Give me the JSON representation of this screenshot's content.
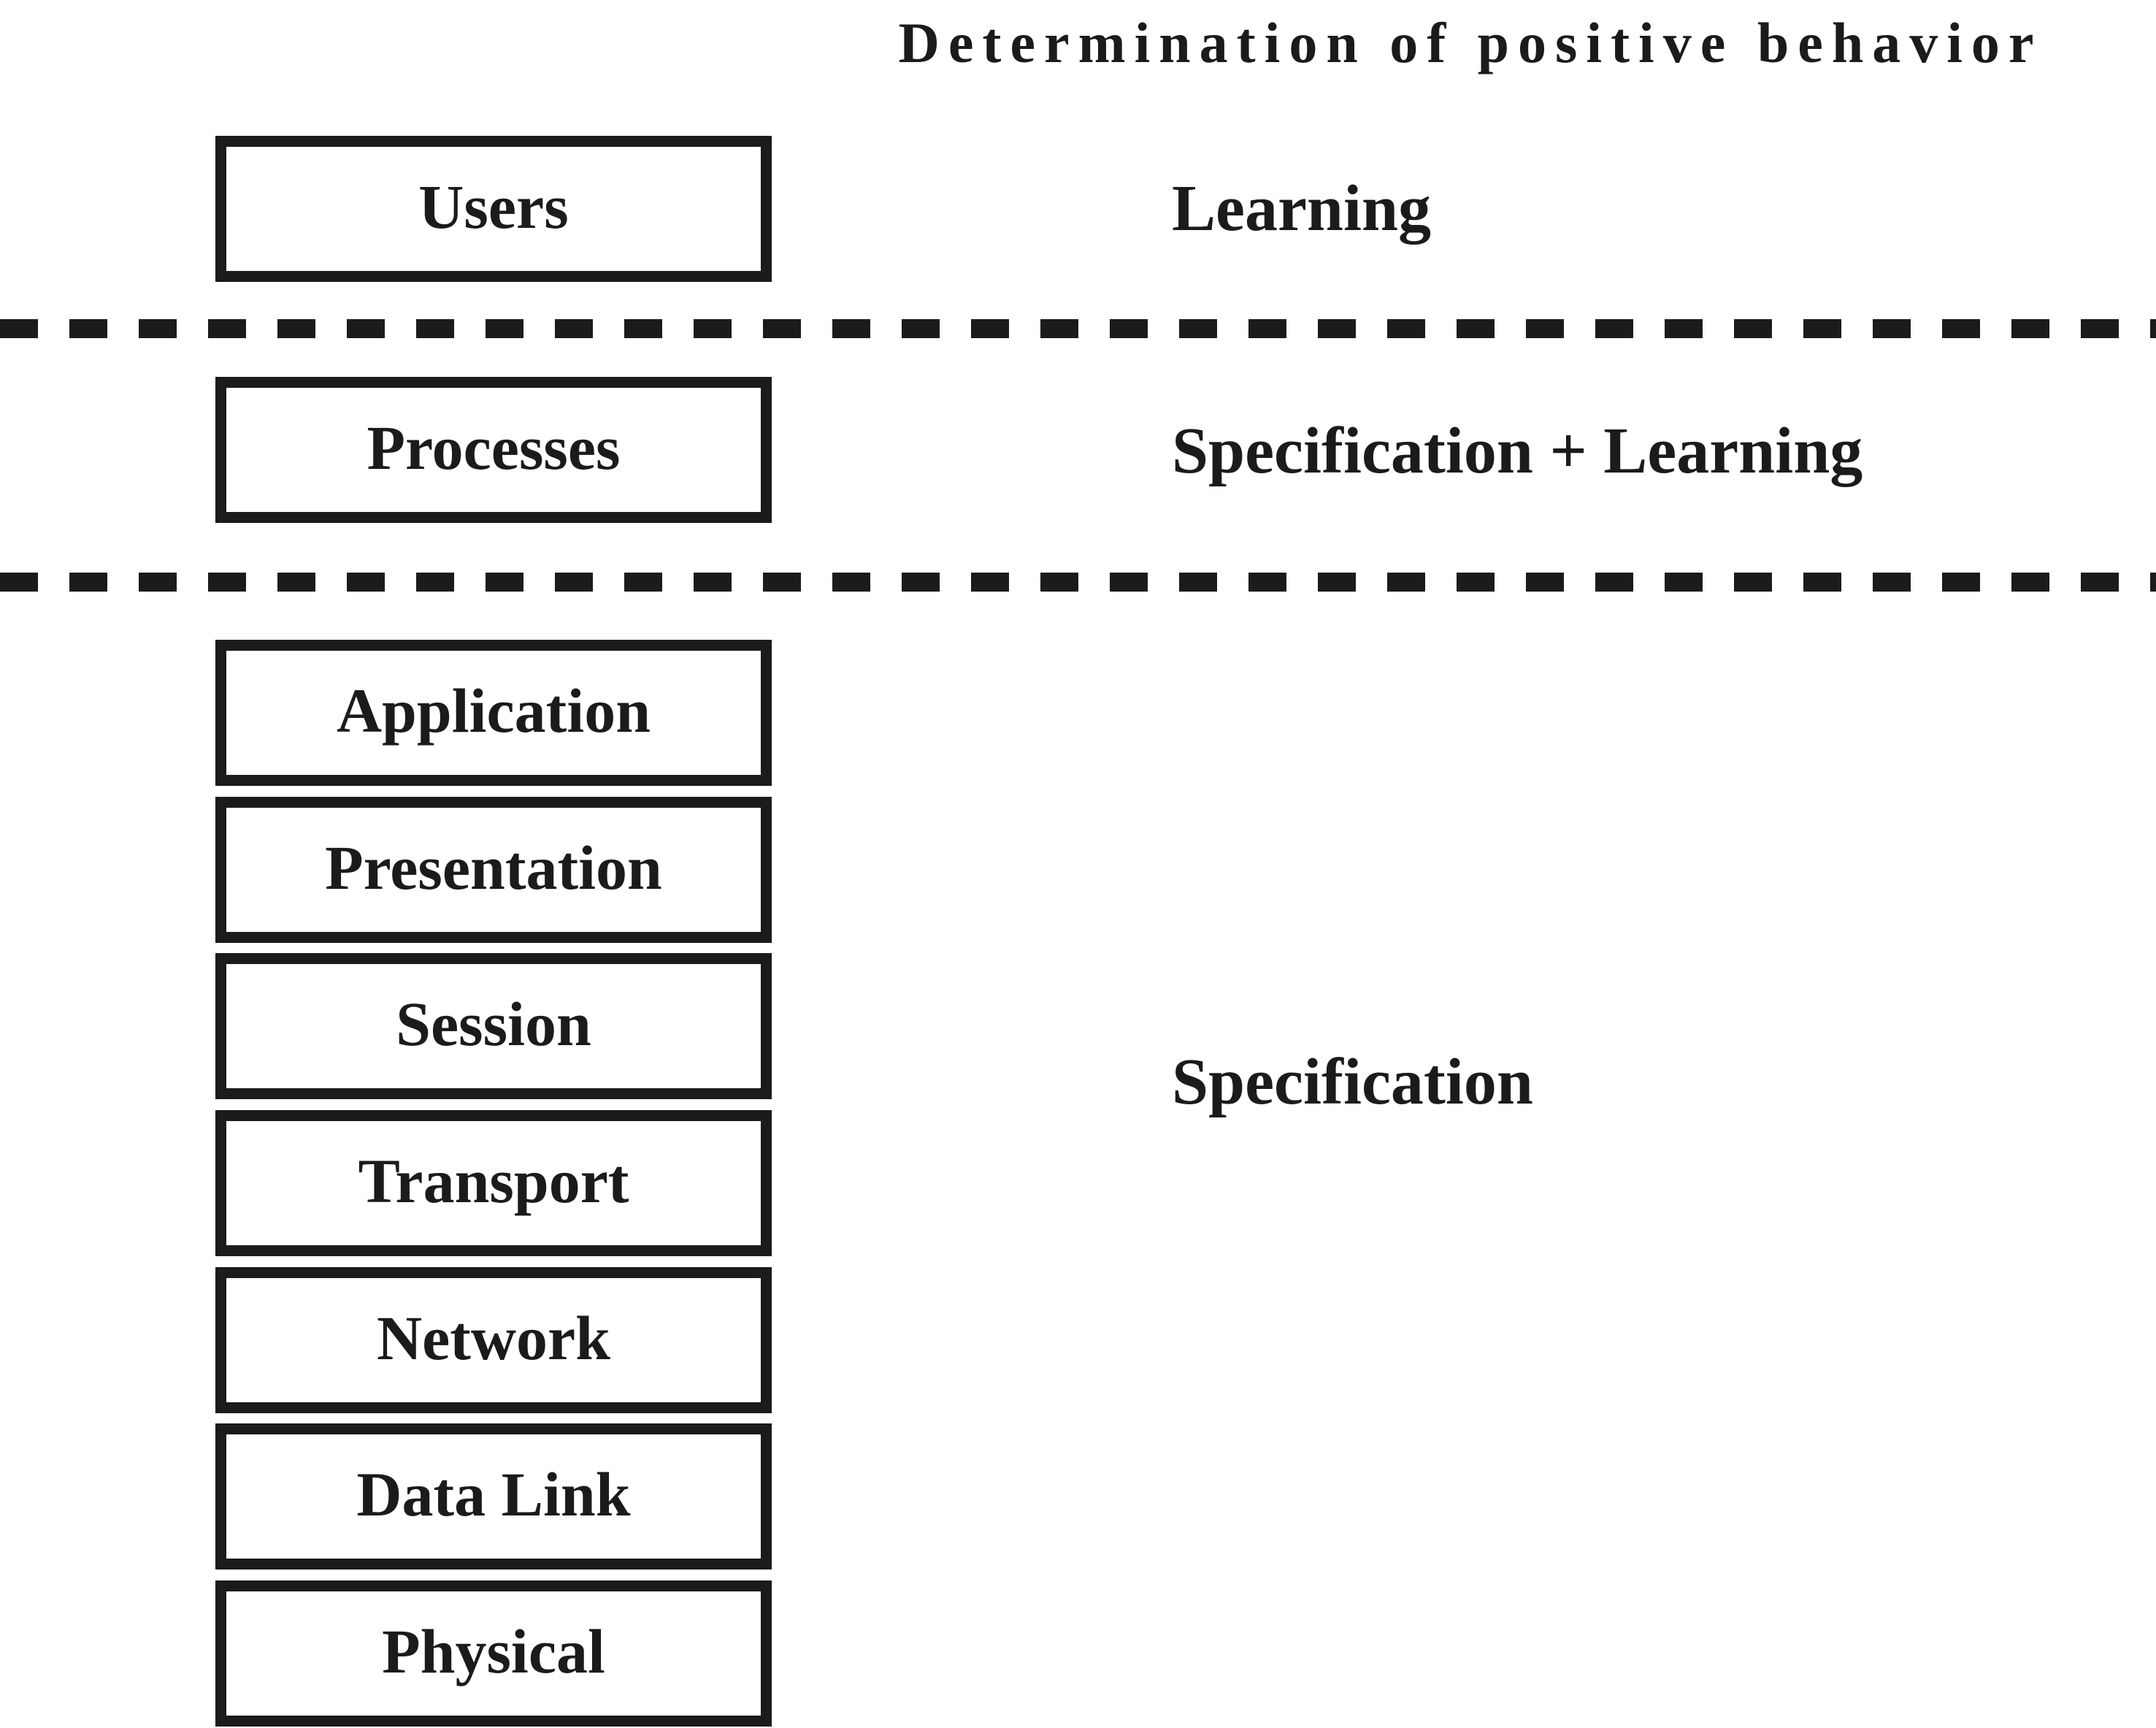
{
  "diagram": {
    "title": "Determination of positive behavior",
    "sections": [
      {
        "id": "users",
        "boxes": [
          "Users"
        ],
        "annotation": "Learning"
      },
      {
        "id": "processes",
        "boxes": [
          "Processes"
        ],
        "annotation": "Specification + Learning"
      },
      {
        "id": "protocol-stack",
        "boxes": [
          "Application",
          "Presentation",
          "Session",
          "Transport",
          "Network",
          "Data Link",
          "Physical"
        ],
        "annotation": "Specification"
      }
    ],
    "colors": {
      "ink": "#1b1b1b",
      "background": "#ffffff"
    }
  }
}
